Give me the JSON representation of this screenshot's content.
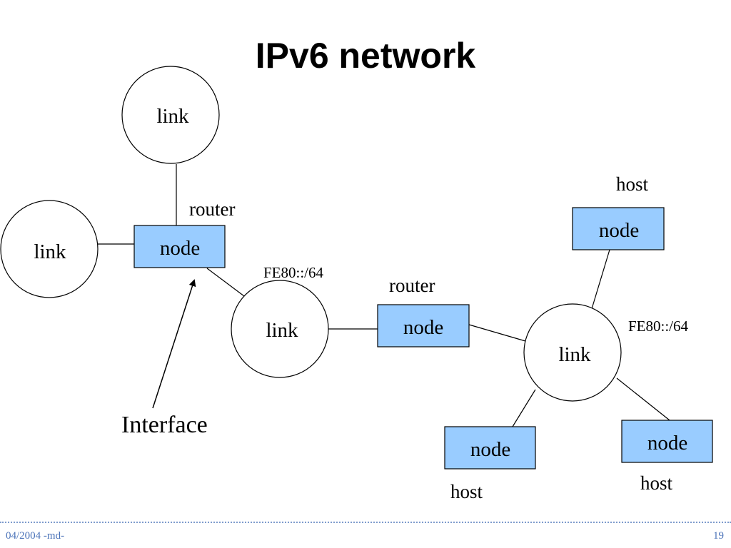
{
  "title": "IPv6 network",
  "links": [
    {
      "label": "link"
    },
    {
      "label": "link"
    },
    {
      "label": "link"
    },
    {
      "label": "link"
    }
  ],
  "nodes": [
    {
      "label": "node"
    },
    {
      "label": "node"
    },
    {
      "label": "node"
    },
    {
      "label": "node"
    },
    {
      "label": "node"
    }
  ],
  "annotations": {
    "router_1": "router",
    "router_2": "router",
    "host_top": "host",
    "host_bottom_left": "host",
    "host_bottom_right": "host",
    "prefix_1": "FE80::/64",
    "prefix_2": "FE80::/64",
    "interface": "Interface"
  },
  "colors": {
    "node_fill": "#99ccff",
    "footer_text": "#4a72b8"
  },
  "footer": {
    "date": "04/2004 -md-",
    "page": "19"
  }
}
